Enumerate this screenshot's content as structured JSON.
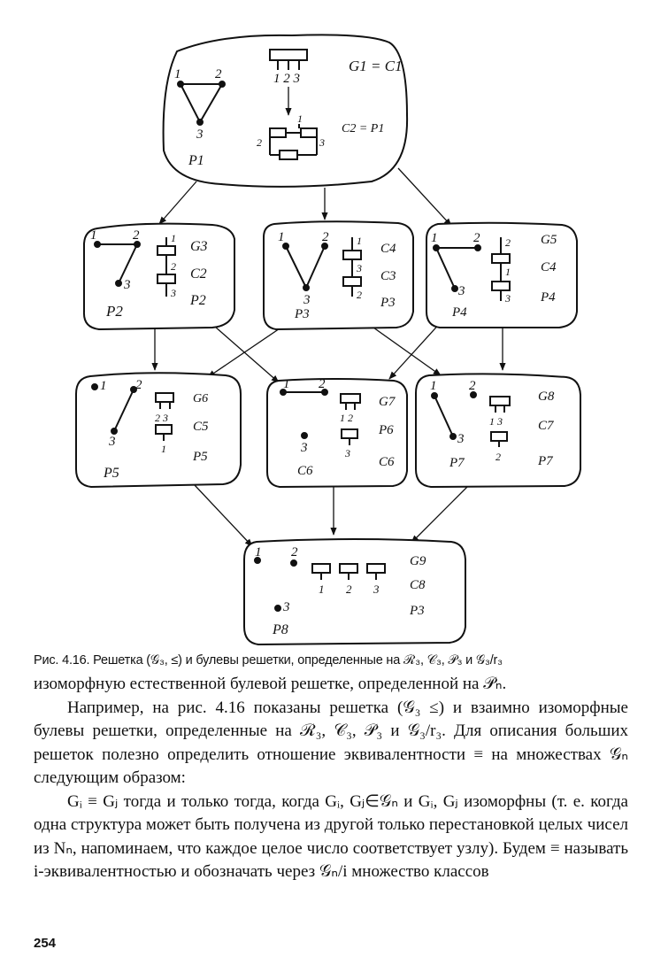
{
  "figure": {
    "panels": [
      {
        "id": "top",
        "nodes": [
          "1",
          "2",
          "3"
        ],
        "partition_labels": [
          "1 2 3",
          "1",
          "2",
          "3"
        ],
        "labels": [
          "G1 = C1",
          "C2 = P1",
          "P1"
        ]
      },
      {
        "id": "p2",
        "nodes": [
          "1",
          "2",
          "3"
        ],
        "block_labels": [
          "1",
          "2",
          "3"
        ],
        "labels": [
          "G3",
          "C2",
          "P2",
          "P2"
        ]
      },
      {
        "id": "p3",
        "nodes": [
          "1",
          "2",
          "3"
        ],
        "block_labels": [
          "1",
          "3",
          "2"
        ],
        "labels": [
          "C4",
          "C3",
          "P3",
          "P3"
        ]
      },
      {
        "id": "p4",
        "nodes": [
          "1",
          "2",
          "3"
        ],
        "block_labels": [
          "2",
          "1",
          "3"
        ],
        "labels": [
          "G5",
          "C4",
          "P4",
          "P4"
        ]
      },
      {
        "id": "p5",
        "nodes": [
          "1",
          "2",
          "3"
        ],
        "block_labels": [
          "2 3",
          "1"
        ],
        "labels": [
          "G6",
          "C5",
          "P5",
          "P5"
        ]
      },
      {
        "id": "p6",
        "nodes": [
          "1",
          "2",
          "3"
        ],
        "block_labels": [
          "1 2",
          "3"
        ],
        "labels": [
          "G7",
          "P6",
          "C6",
          "C6"
        ]
      },
      {
        "id": "p7",
        "nodes": [
          "1",
          "2",
          "3"
        ],
        "block_labels": [
          "1 3",
          "2"
        ],
        "labels": [
          "G8",
          "C7",
          "P7",
          "P7"
        ]
      },
      {
        "id": "bottom",
        "nodes": [
          "1",
          "2",
          "3"
        ],
        "block_labels": [
          "1",
          "2",
          "3"
        ],
        "labels": [
          "G9",
          "C8",
          "P3",
          "P8"
        ]
      }
    ]
  },
  "caption": "Рис. 4.16. Решетка (𝒢₃, ≤) и булевы решетки, определенные на ℛ₃, 𝒞₃, 𝒫₃ и 𝒢₃/r₃",
  "paragraphs": [
    "изоморфную естественной булевой решетке, определенной на 𝒫ₙ.",
    "Например, на рис. 4.16 показаны решетка (𝒢₃ ≤) и взаимно изоморфные булевы решетки, определенные на ℛ₃, 𝒞₃, 𝒫₃ и 𝒢₃/r₃. Для описания больших решеток полезно определить отношение эквивалентности ≡ на множествах 𝒢ₙ следующим образом:",
    "Gᵢ ≡ Gⱼ тогда и только тогда, когда Gᵢ, Gⱼ∈𝒢ₙ и Gᵢ, Gⱼ изоморфны (т. е. когда одна структура может быть получена из другой только перестановкой целых чисел из Nₙ, напоминаем, что каждое целое число соответствует узлу). Будем ≡ называть i-эквивалентностью и обозначать через 𝒢ₙ/i множество классов"
  ],
  "page_number": "254"
}
